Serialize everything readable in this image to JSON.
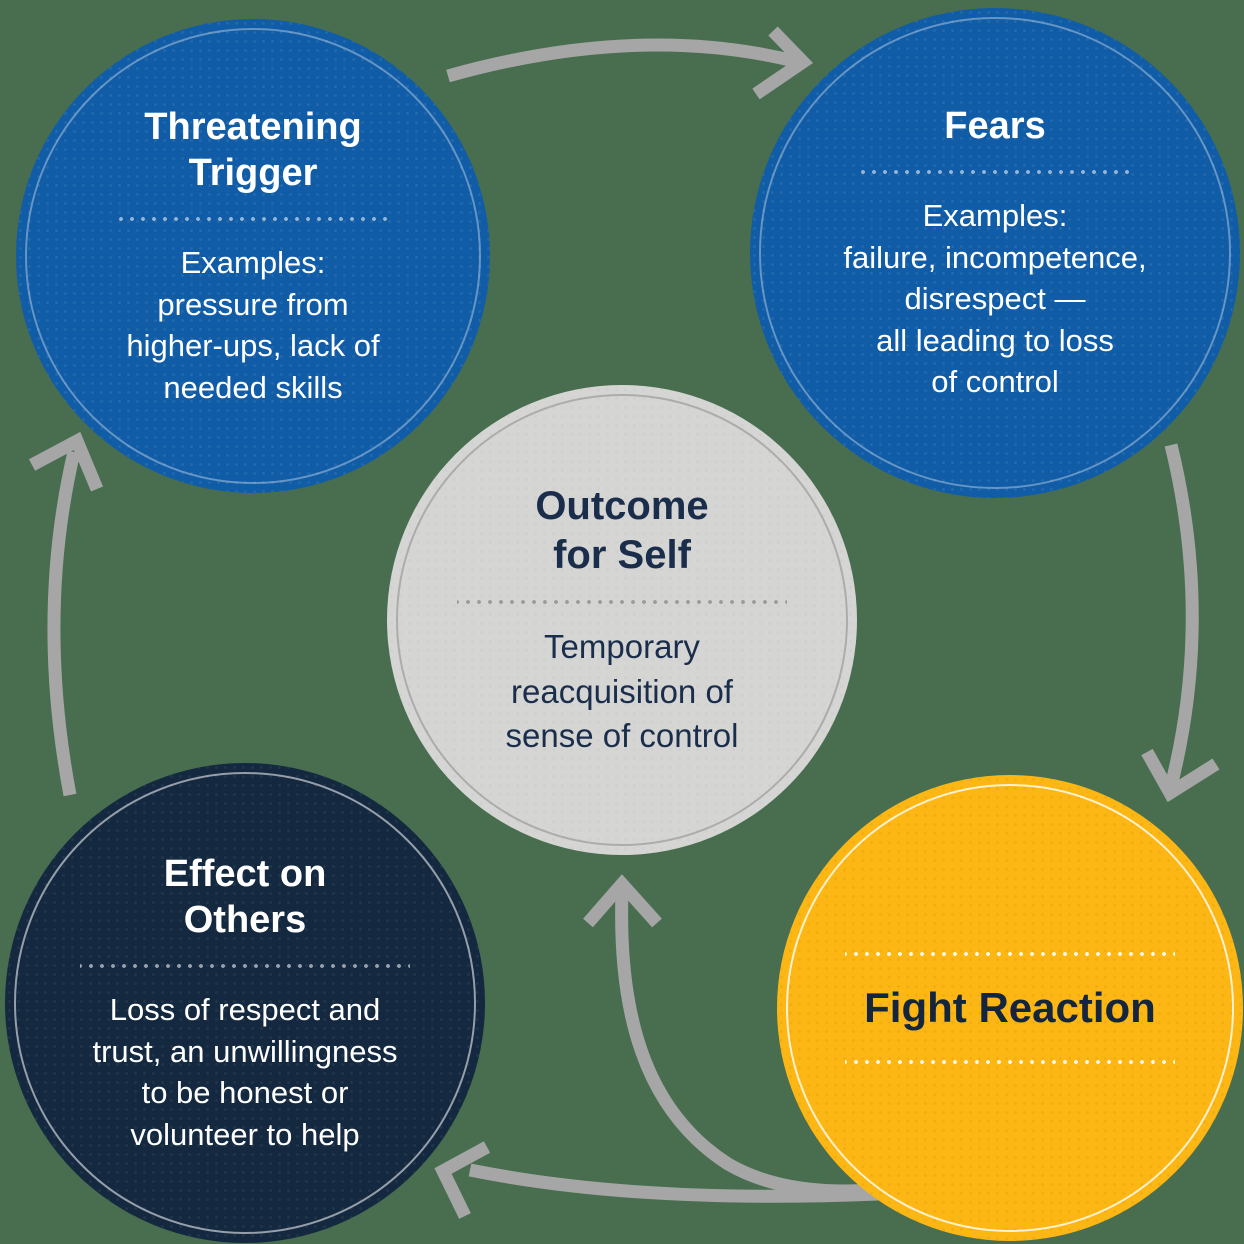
{
  "diagram": {
    "type": "cycle",
    "background_color": "#486e4f",
    "arrow_color": "#a6a6a6",
    "circles": {
      "threatening_trigger": {
        "title": "Threatening\nTrigger",
        "body": "Examples:\npressure from\nhigher-ups, lack of\nneeded skills",
        "fill_color": "#115ca6",
        "text_color": "#ffffff"
      },
      "fears": {
        "title": "Fears",
        "body": "Examples:\nfailure, incompetence,\ndisrespect —\nall leading to loss\nof control",
        "fill_color": "#115ca6",
        "text_color": "#ffffff"
      },
      "outcome_for_self": {
        "title": "Outcome\nfor Self",
        "body": "Temporary\nreacquisition of\nsense of control",
        "fill_color": "#d5d5d4",
        "text_color": "#1a2e4c"
      },
      "effect_on_others": {
        "title": "Effect on\nOthers",
        "body": "Loss of respect and\ntrust, an unwillingness\nto be honest or\nvolunteer to help",
        "fill_color": "#142940",
        "text_color": "#ffffff"
      },
      "fight_reaction": {
        "title": "Fight Reaction",
        "fill_color": "#fdb714",
        "text_color": "#14253e"
      }
    },
    "arrows": [
      "arrow-trigger-to-fears",
      "arrow-fears-to-fight-reaction",
      "arrow-fight-reaction-to-effect-on-others",
      "arrow-cycle-to-outcome-for-self",
      "arrow-effect-on-others-to-trigger"
    ]
  }
}
